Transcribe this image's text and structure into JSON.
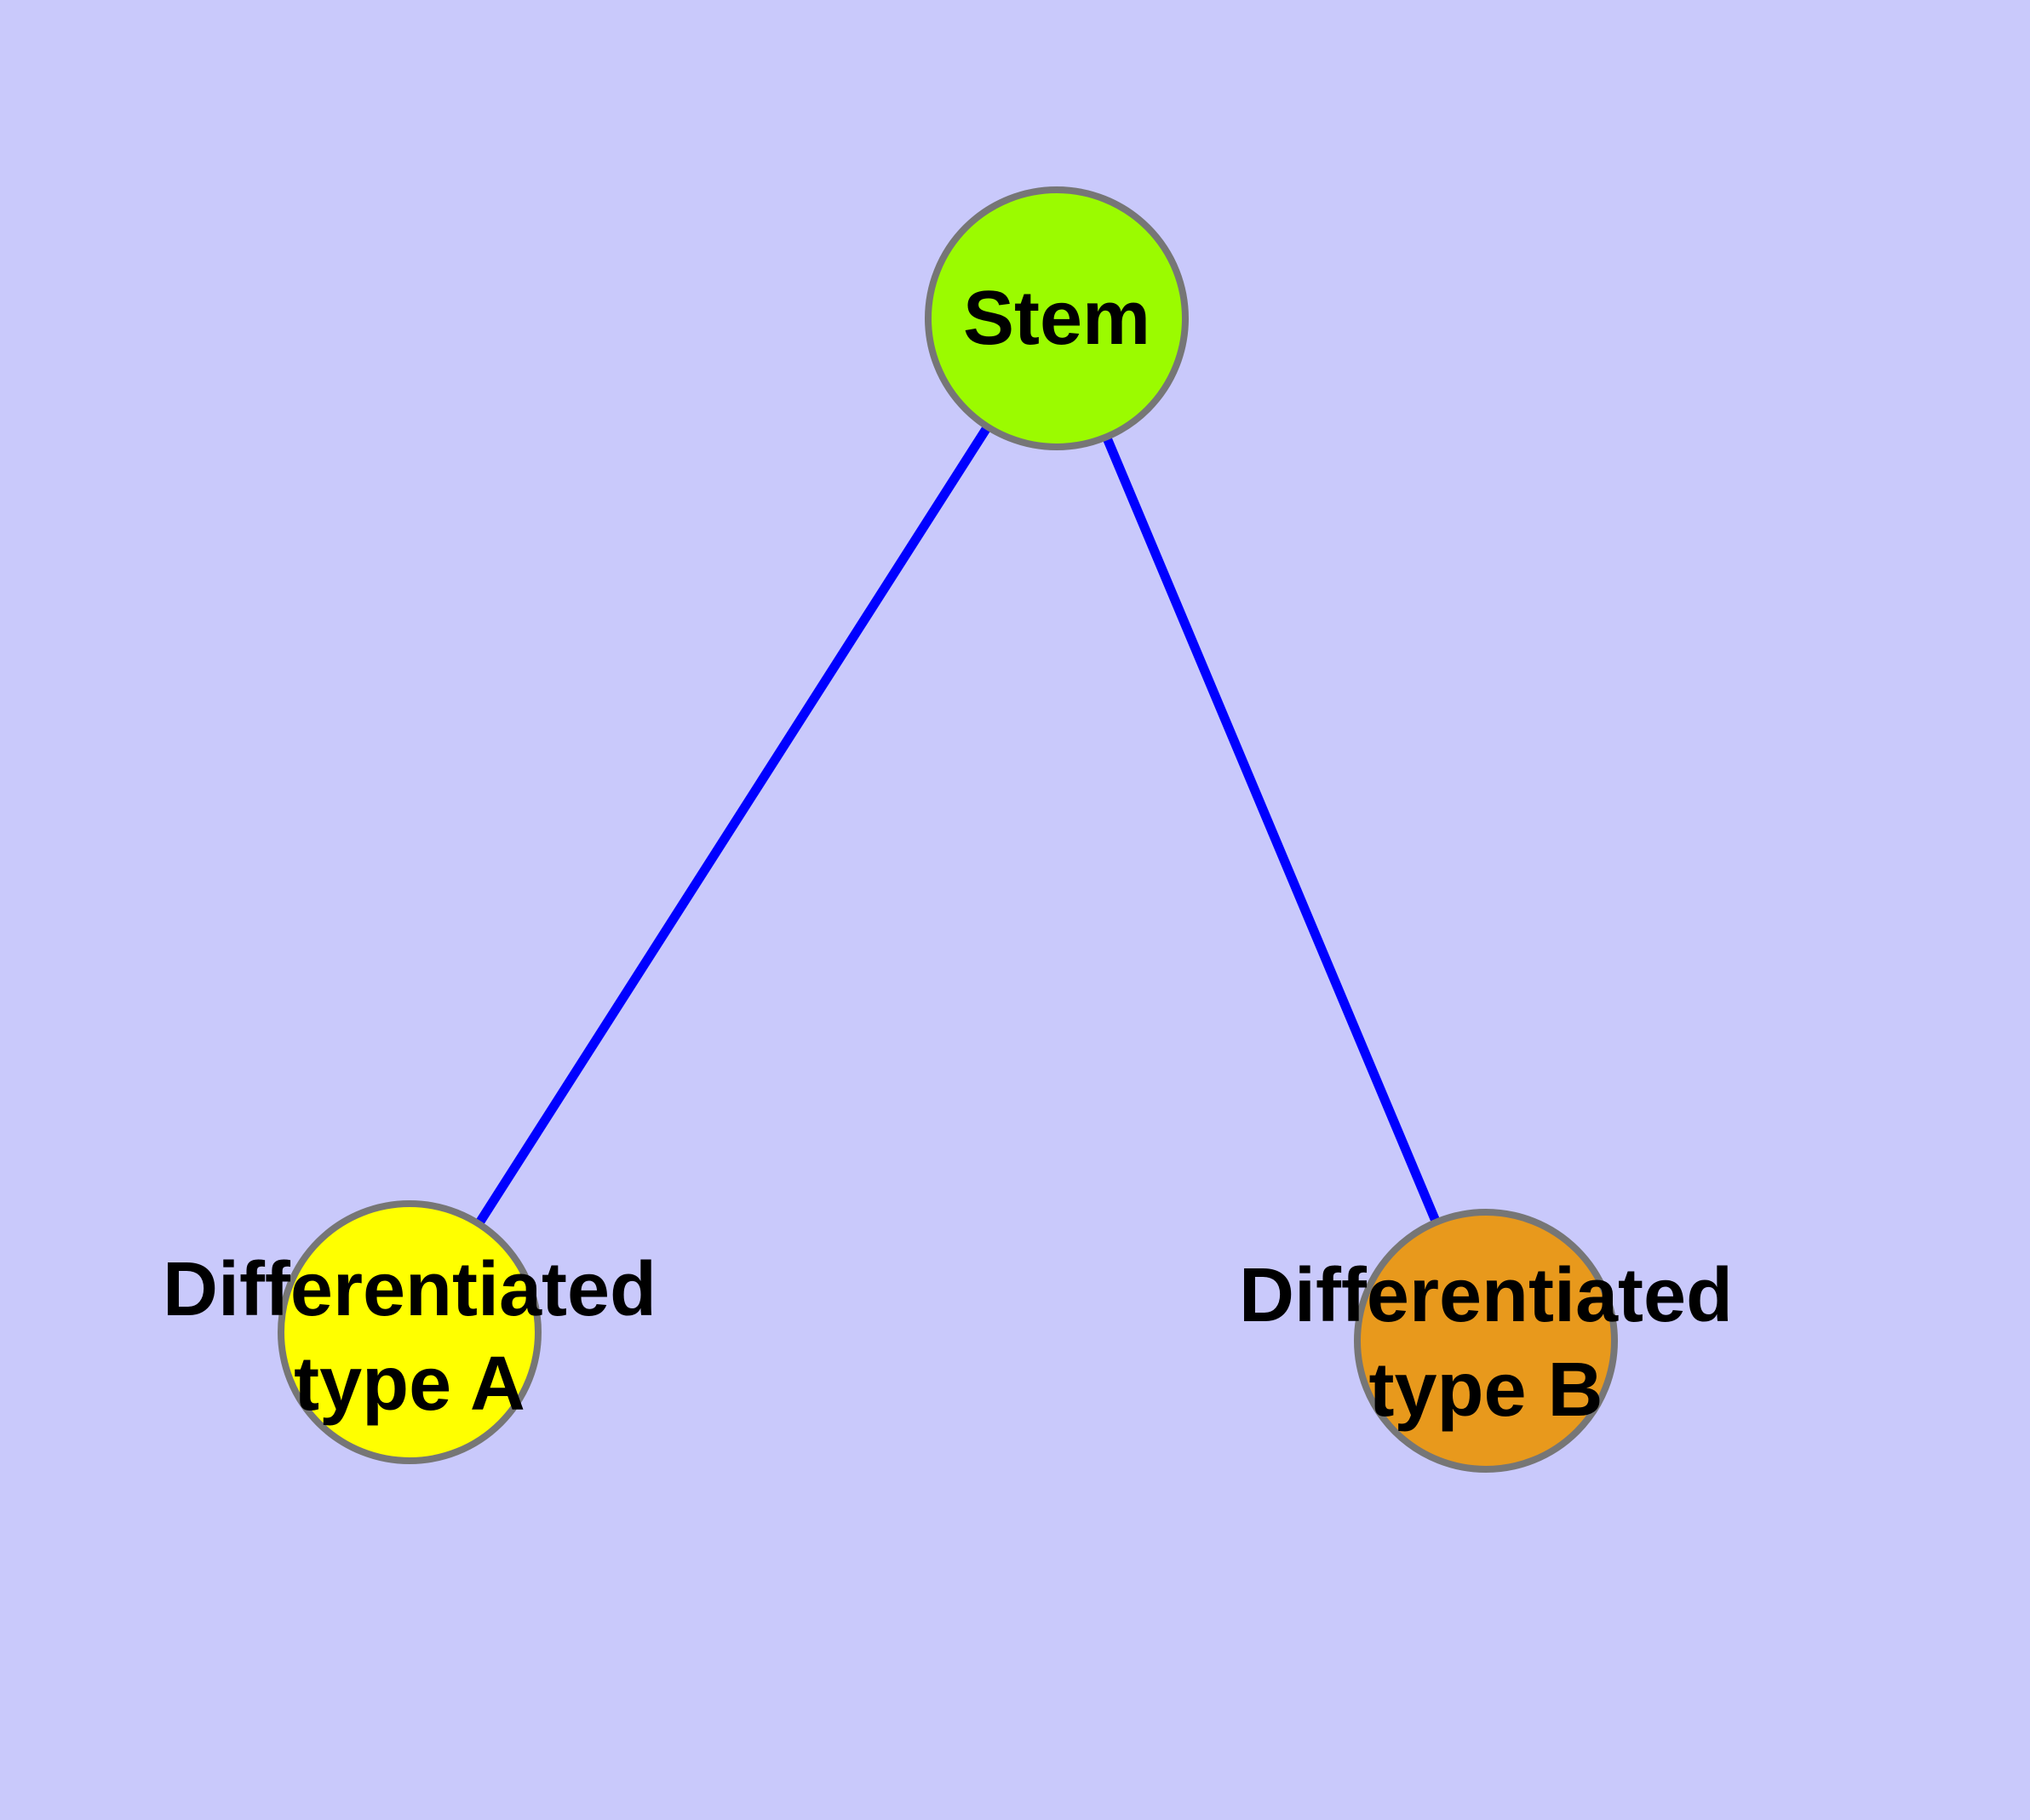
{
  "diagram": {
    "type": "node-link-graph",
    "background_color": "#c9c9fb",
    "edge_color": "#0000ff",
    "node_border_color": "#767676",
    "label_color": "#000000",
    "nodes": {
      "stem": {
        "label": "Stem",
        "fill": "#9bfb00"
      },
      "typeA": {
        "label": "Differentiated type A",
        "label_line1": "Differentiated",
        "label_line2": "type A",
        "fill": "#ffff00"
      },
      "typeB": {
        "label": "Differentiated type B",
        "label_line1": "Differentiated",
        "label_line2": "type B",
        "fill": "#e8991c"
      }
    },
    "edges": [
      {
        "from": "Stem",
        "to": "Differentiated type A"
      },
      {
        "from": "Stem",
        "to": "Differentiated type B"
      }
    ]
  }
}
